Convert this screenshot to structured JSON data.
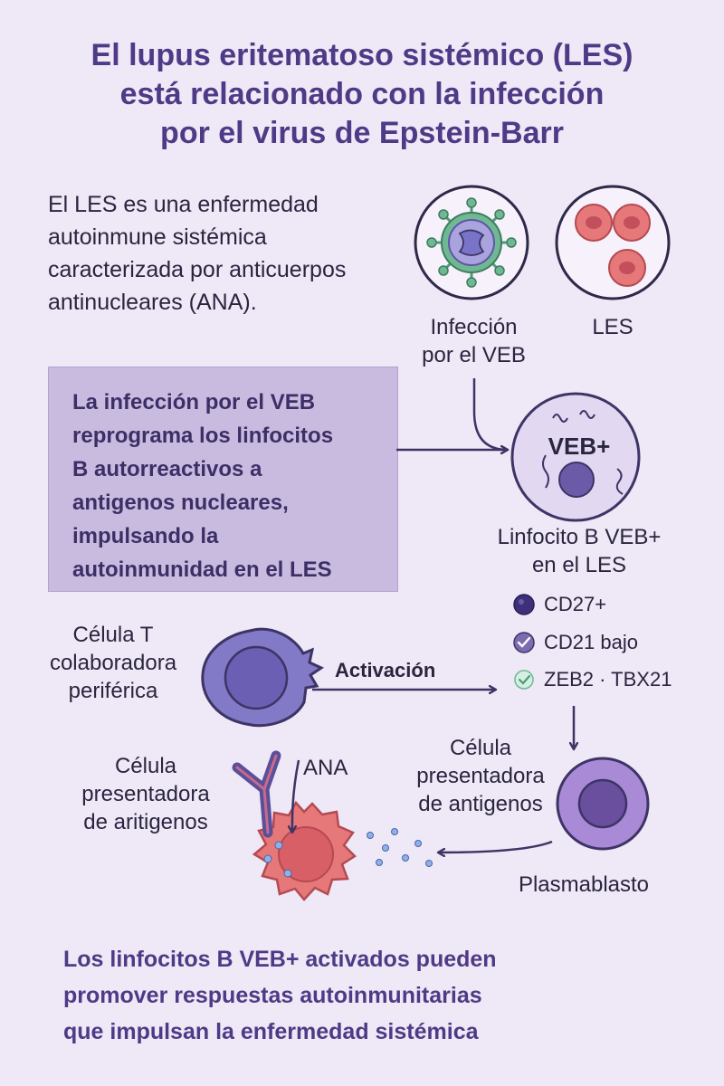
{
  "title": {
    "line1": "El lupus eritematoso sistémico (LES)",
    "line2": "está relacionado con la infección",
    "line3": "por el virus de Epstein-Barr"
  },
  "intro": {
    "line1": "El LES es una enfermedad",
    "line2": "autoinmune sistémica",
    "line3": "caracterizada por anticuerpos",
    "line4": "antinucleares (ANA)."
  },
  "ebv_infection": {
    "line1": "Infección",
    "line2": "por el VEB"
  },
  "les_label": "LES",
  "box": {
    "line1": "La infección por el VEB",
    "line2": "reprograma los linfocitos",
    "line3": "B autorreactivos a",
    "line4": "antigenos nucleares,",
    "line5": "impulsando la",
    "line6": "autoinmunidad en el LES"
  },
  "veb_cell_text": "VEB+",
  "bcell_label": {
    "line1": "Linfocito B VEB+",
    "line2": "en el LES"
  },
  "markers": [
    "CD27+",
    "CD21 bajo",
    "ZEB2 · TBX21"
  ],
  "tcell_label": {
    "line1": "Célula T",
    "line2": "colaboradora",
    "line3": "periférica"
  },
  "activation_label": "Activación",
  "apc_right_label": {
    "line1": "Célula",
    "line2": "presentadora",
    "line3": "de antigenos"
  },
  "apc_left_label": {
    "line1": "Célula",
    "line2": "presentadora",
    "line3": "de aritigenos"
  },
  "ana_label": "ANA",
  "plasmablast_label": "Plasmablasto",
  "footer": {
    "line1": "Los linfocitos B VEB+ activados pueden",
    "line2": "promover respuestas autoinmunitarias",
    "line3": "que impulsan la enfermedad sistémica"
  },
  "colors": {
    "background": "#efe8f6",
    "title": "#4e3a86",
    "box": "#c9bbe0",
    "arrow": "#3d3466",
    "virus_green": "#6fb893",
    "les_red": "#e6787a",
    "plasmablast": "#a98ad6"
  }
}
